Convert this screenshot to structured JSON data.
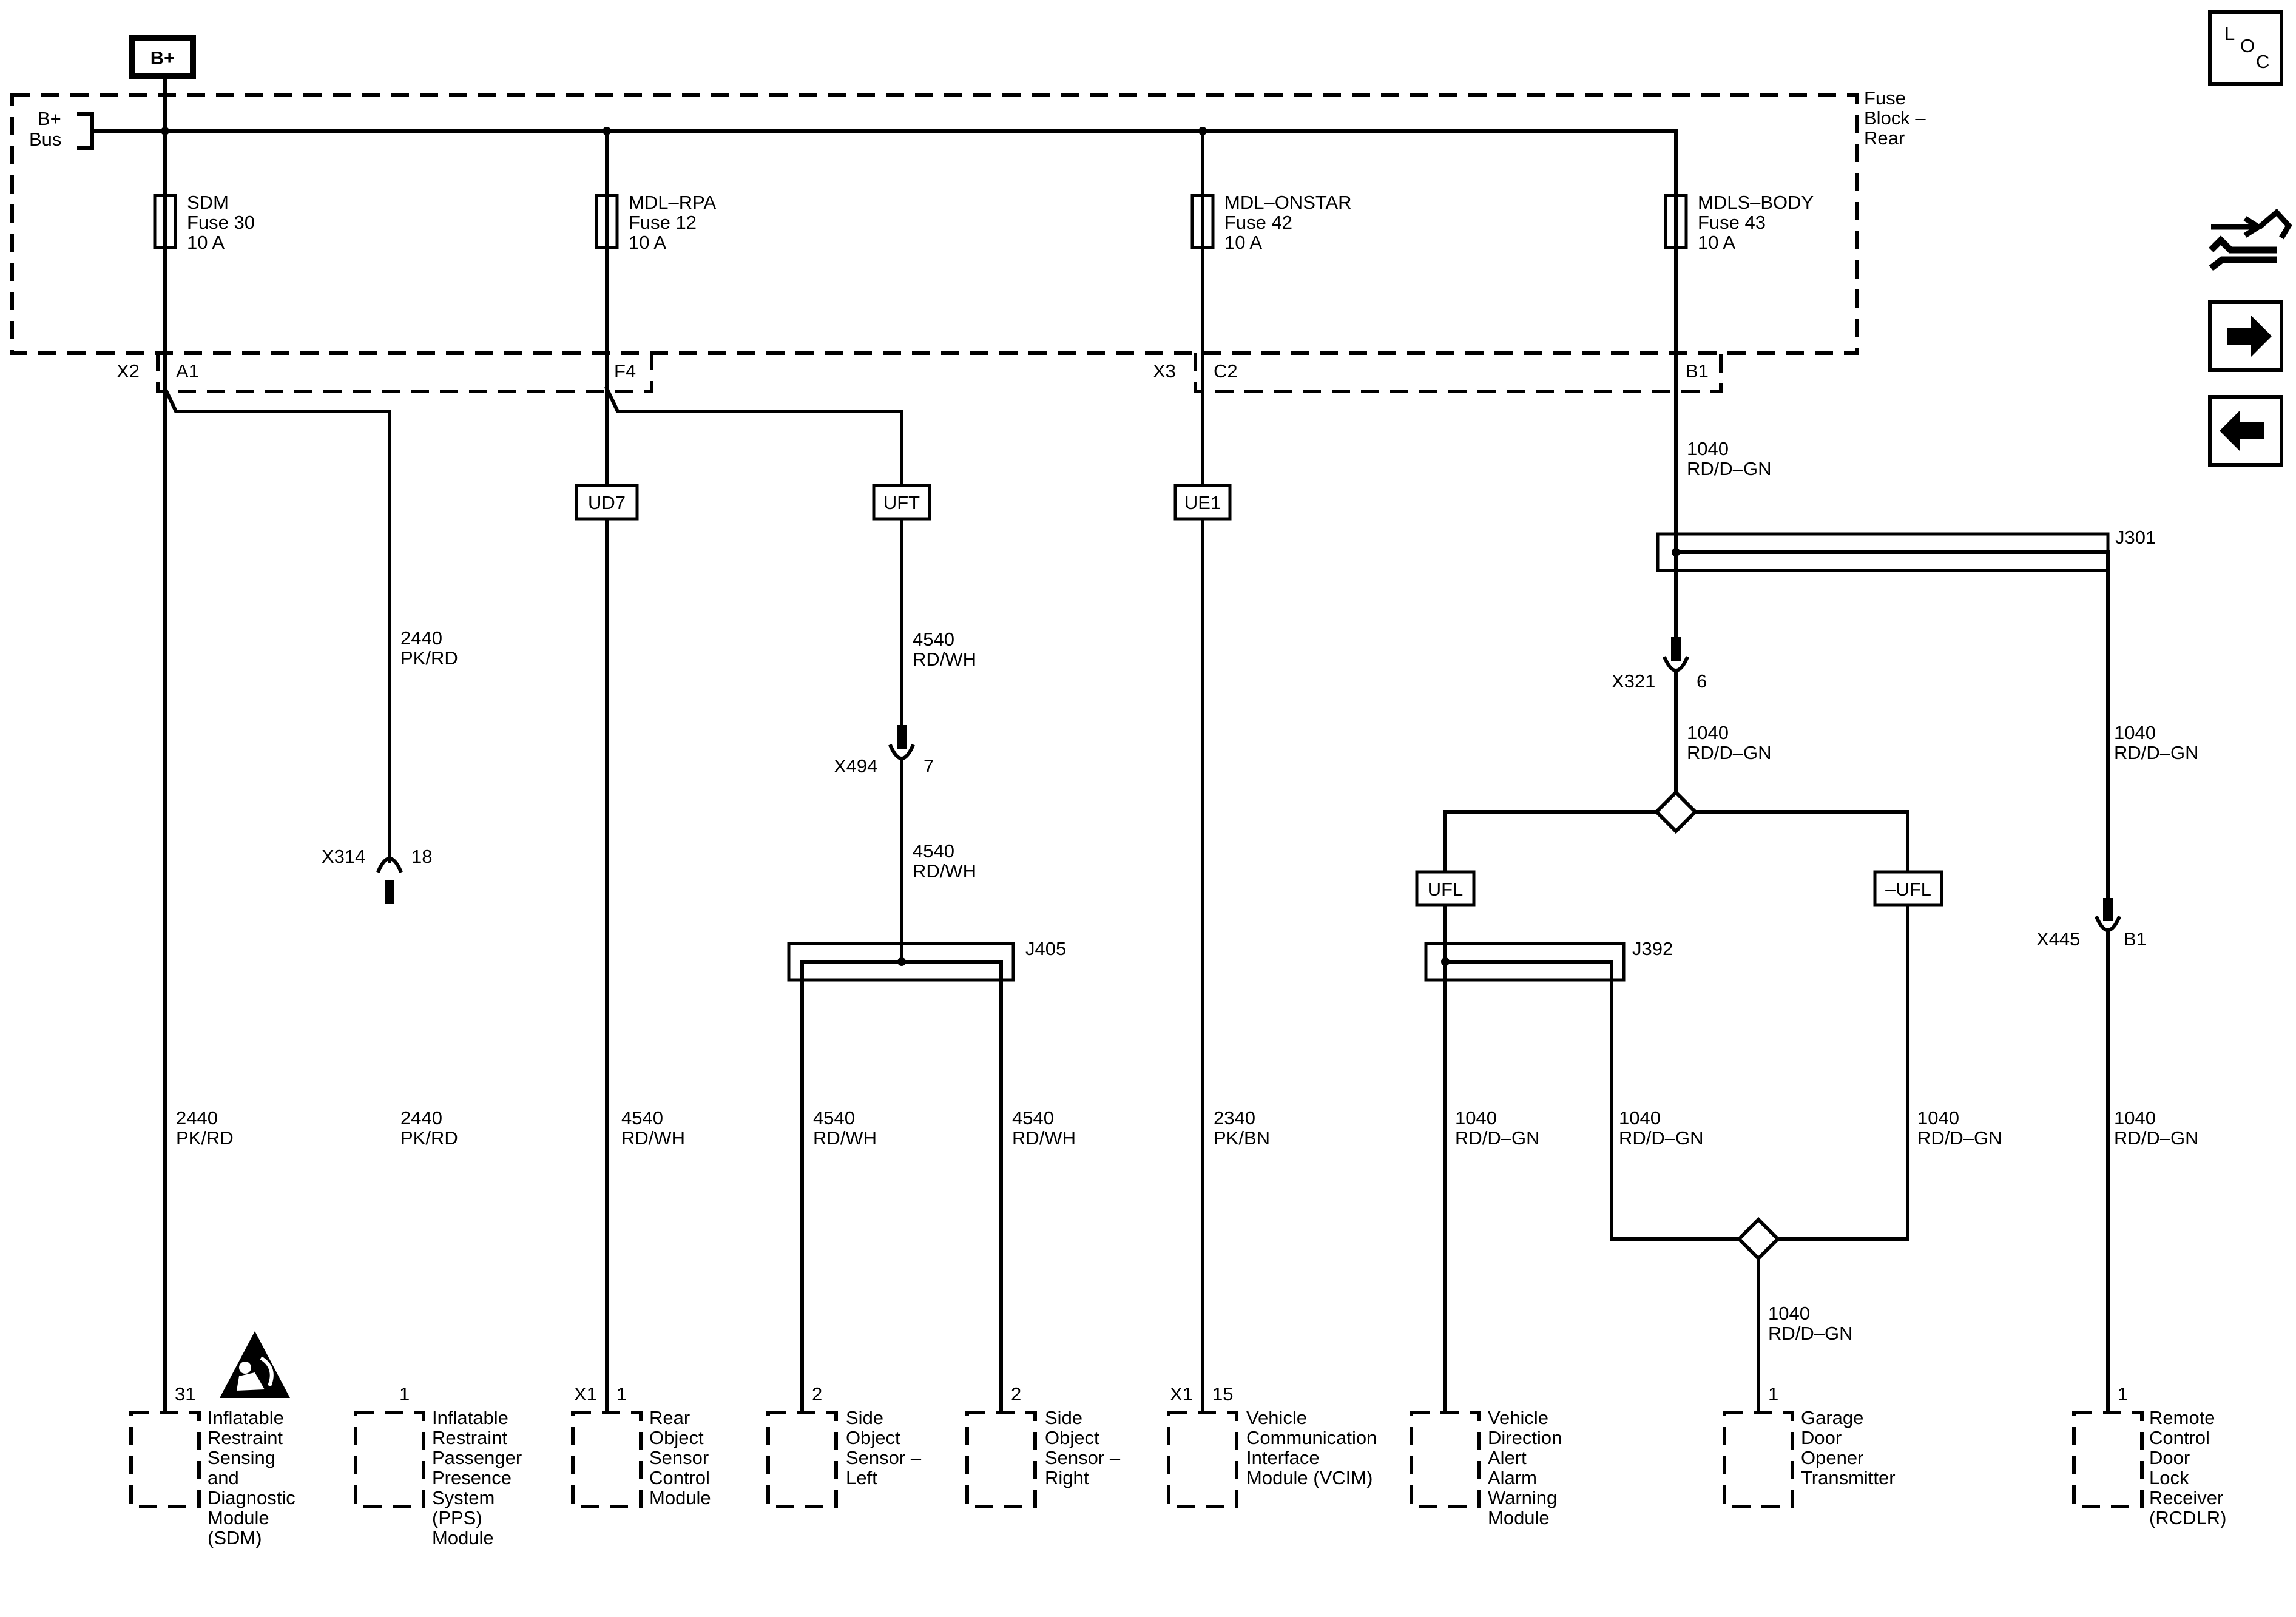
{
  "power_source": "B+",
  "bus_label": [
    "B+",
    "Bus"
  ],
  "fuse_block_label": [
    "Fuse",
    "Block –",
    "Rear"
  ],
  "loc_label": [
    "L",
    "O",
    "C"
  ],
  "fuses": [
    {
      "lines": [
        "SDM",
        "Fuse 30",
        "10 A"
      ]
    },
    {
      "lines": [
        "MDL–RPA",
        "Fuse 12",
        "10 A"
      ]
    },
    {
      "lines": [
        "MDL–ONSTAR",
        "Fuse 42",
        "10 A"
      ]
    },
    {
      "lines": [
        "MDLS–BODY",
        "Fuse 43",
        "10 A"
      ]
    }
  ],
  "connectors": {
    "x2": "X2",
    "a1": "A1",
    "f4": "F4",
    "x3": "X3",
    "c2": "C2",
    "b1": "B1",
    "x314": "X314",
    "p18": "18",
    "x494": "X494",
    "p7": "7",
    "x321": "X321",
    "p6": "6",
    "x445": "X445",
    "pb1": "B1"
  },
  "options": {
    "ud7": "UD7",
    "uft": "UFT",
    "ue1": "UE1",
    "ufl": "UFL",
    "nufl": "–UFL"
  },
  "splices": {
    "j301": "J301",
    "j405": "J405",
    "j392": "J392"
  },
  "wires": {
    "w2440_top": [
      "2440",
      "PK/RD"
    ],
    "w2440_sdm": [
      "2440",
      "PK/RD"
    ],
    "w2440_pps": [
      "2440",
      "PK/RD"
    ],
    "w4540_a": [
      "4540",
      "RD/WH"
    ],
    "w4540_b": [
      "4540",
      "RD/WH"
    ],
    "w4540_roscm": [
      "4540",
      "RD/WH"
    ],
    "w4540_left": [
      "4540",
      "RD/WH"
    ],
    "w4540_right": [
      "4540",
      "RD/WH"
    ],
    "w2340": [
      "2340",
      "PK/BN"
    ],
    "w1040_top": [
      "1040",
      "RD/D–GN"
    ],
    "w1040_x321": [
      "1040",
      "RD/D–GN"
    ],
    "w1040_rcdlr_top": [
      "1040",
      "RD/D–GN"
    ],
    "w1040_vdaawm": [
      "1040",
      "RD/D–GN"
    ],
    "w1040_mid": [
      "1040",
      "RD/D–GN"
    ],
    "w1040_right": [
      "1040",
      "RD/D–GN"
    ],
    "w1040_rcdlr": [
      "1040",
      "RD/D–GN"
    ],
    "w1040_gdo": [
      "1040",
      "RD/D–GN"
    ]
  },
  "components": [
    {
      "pin": "31",
      "lines": [
        "Inflatable",
        "Restraint",
        "Sensing",
        "and",
        "Diagnostic",
        "Module",
        "(SDM)"
      ]
    },
    {
      "pin": "1",
      "lines": [
        "Inflatable",
        "Restraint",
        "Passenger",
        "Presence",
        "System",
        "(PPS)",
        "Module"
      ]
    },
    {
      "conn": "X1",
      "pin": "1",
      "lines": [
        "Rear",
        "Object",
        "Sensor",
        "Control",
        "Module"
      ]
    },
    {
      "pin": "2",
      "lines": [
        "Side",
        "Object",
        "Sensor –",
        "Left"
      ]
    },
    {
      "pin": "2",
      "lines": [
        "Side",
        "Object",
        "Sensor –",
        "Right"
      ]
    },
    {
      "conn": "X1",
      "pin": "15",
      "lines": [
        "Vehicle",
        "Communication",
        "Interface",
        "Module (VCIM)"
      ]
    },
    {
      "pin": "",
      "lines": [
        "Vehicle",
        "Direction",
        "Alert",
        "Alarm",
        "Warning",
        "Module"
      ]
    },
    {
      "pin": "1",
      "lines": [
        "Garage",
        "Door",
        "Opener",
        "Transmitter"
      ]
    },
    {
      "pin": "1",
      "lines": [
        "Remote",
        "Control",
        "Door",
        "Lock",
        "Receiver",
        "(RCDLR)"
      ]
    }
  ],
  "icons": [
    "loc-icon",
    "connector-repair-icon",
    "next-page-arrow-icon",
    "previous-page-arrow-icon",
    "airbag-warning-icon"
  ]
}
